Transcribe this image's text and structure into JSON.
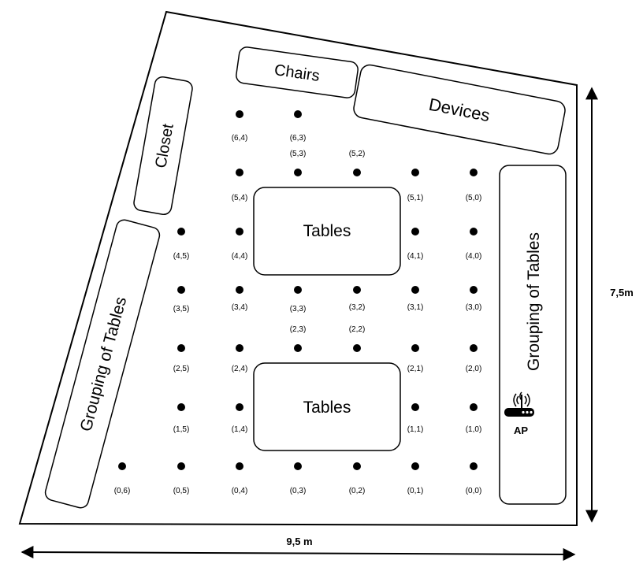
{
  "areas": {
    "chairs": "Chairs",
    "devices": "Devices",
    "closet": "Closet",
    "tables_top": "Tables",
    "tables_bottom": "Tables",
    "grouping_left": "Grouping of Tables",
    "grouping_right": "Grouping of Tables"
  },
  "access_point": {
    "label": "AP"
  },
  "dimensions": {
    "width": "9,5 m",
    "height": "7,5m"
  },
  "points": [
    "(6,4)",
    "(6,3)",
    "(5,3)",
    "(5,2)",
    "(5,4)",
    "(5,1)",
    "(5,0)",
    "(4,5)",
    "(4,4)",
    "(4,1)",
    "(4,0)",
    "(3,5)",
    "(3,4)",
    "(3,3)",
    "(3,2)",
    "(3,1)",
    "(3,0)",
    "(2,3)",
    "(2,2)",
    "(2,5)",
    "(2,4)",
    "(2,1)",
    "(2,0)",
    "(1,5)",
    "(1,4)",
    "(1,1)",
    "(1,0)",
    "(0,6)",
    "(0,5)",
    "(0,4)",
    "(0,3)",
    "(0,2)",
    "(0,1)",
    "(0,0)"
  ]
}
